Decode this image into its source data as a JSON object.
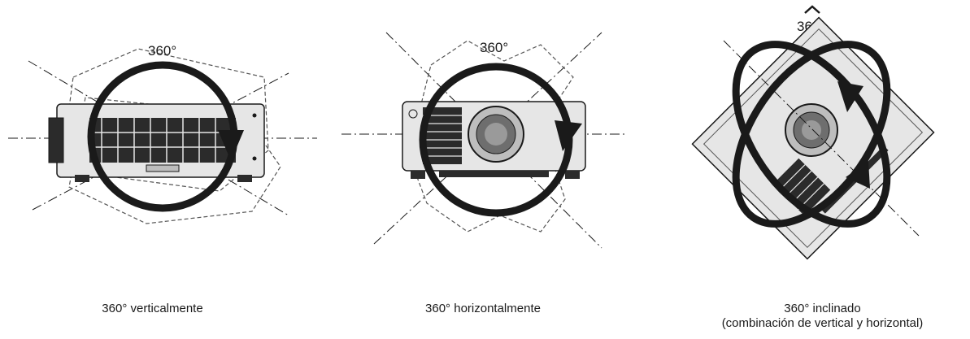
{
  "panels": [
    {
      "angle_label": "360°",
      "caption": "360° verticalmente"
    },
    {
      "angle_label": "360°",
      "caption": "360° horizontalmente"
    },
    {
      "angle_label": "360°",
      "caption": "360° inclinado",
      "caption_line2": "(combinación de vertical y horizontal)"
    }
  ],
  "colors": {
    "line": "#1a1a1a",
    "body": "#e6e6e6",
    "dark": "#2b2b2b"
  }
}
